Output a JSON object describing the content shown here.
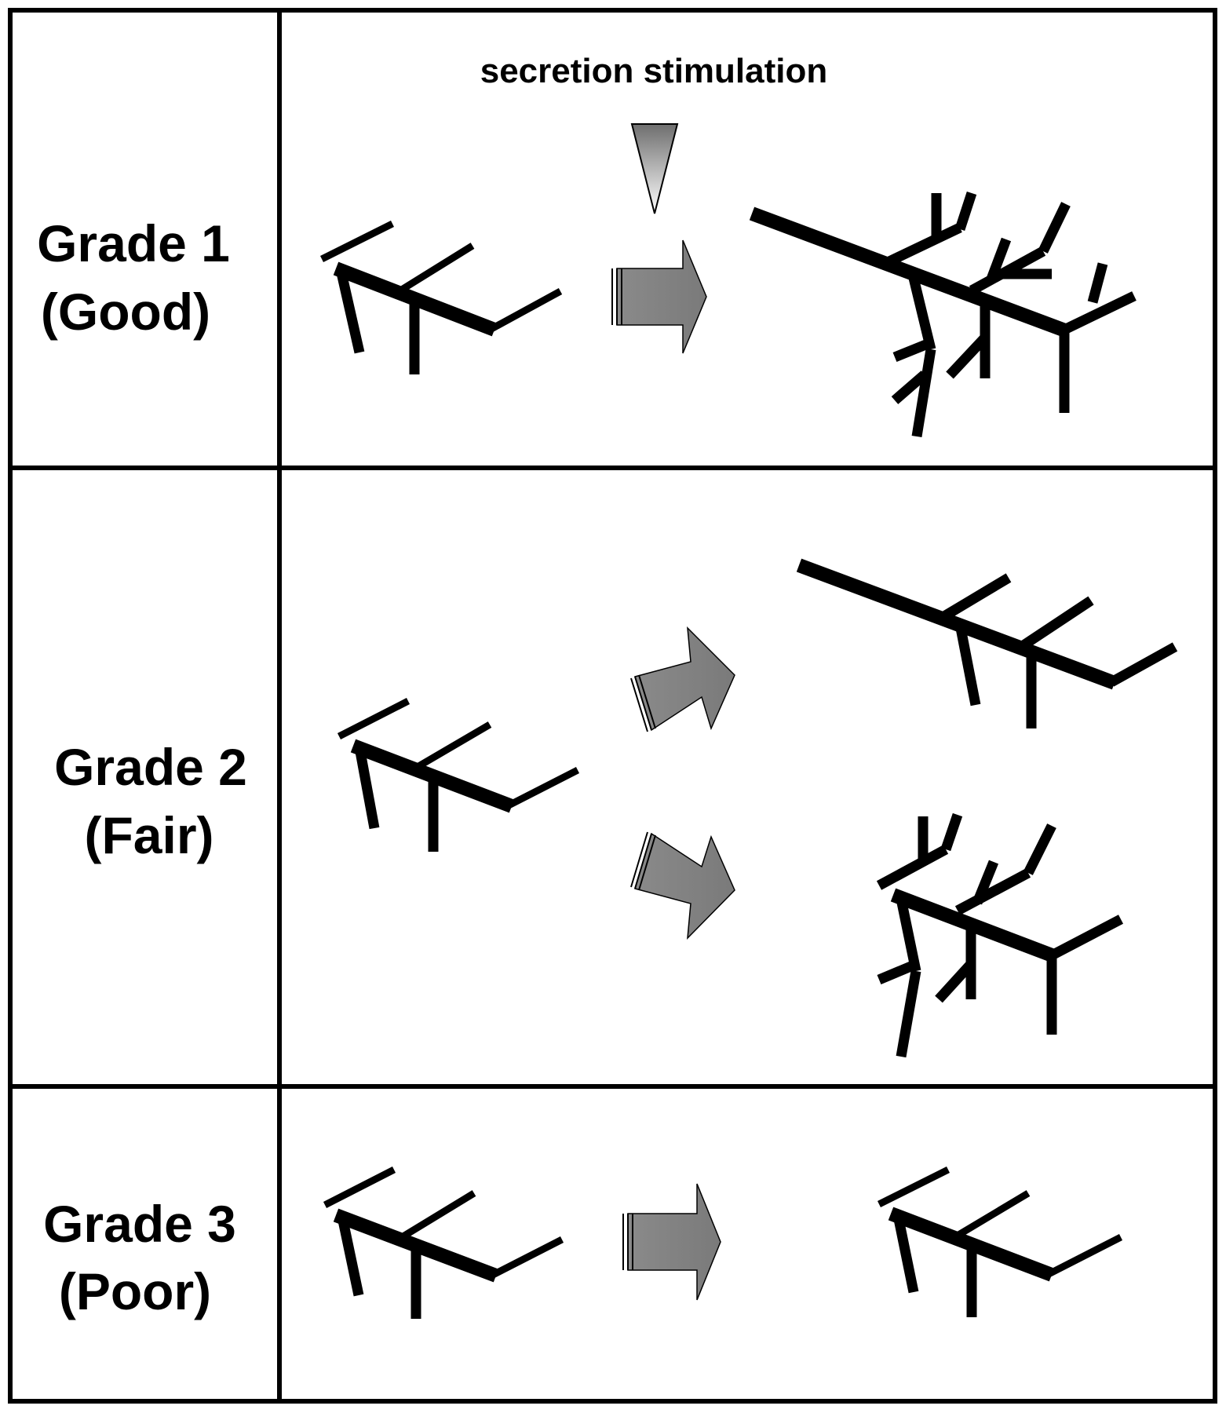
{
  "stimulation": {
    "label": "secretion stimulation"
  },
  "rows": [
    {
      "id": "grade-1",
      "title": "Grade 1",
      "quality": "(Good)"
    },
    {
      "id": "grade-2",
      "title": "Grade 2",
      "quality": "(Fair)"
    },
    {
      "id": "grade-3",
      "title": "Grade 3",
      "quality": "(Poor)"
    }
  ],
  "colors": {
    "line": "#000000",
    "arrow_fill": "#808080",
    "stim_gradient_top": "#6e6e6e",
    "stim_gradient_bottom": "#ffffff"
  }
}
